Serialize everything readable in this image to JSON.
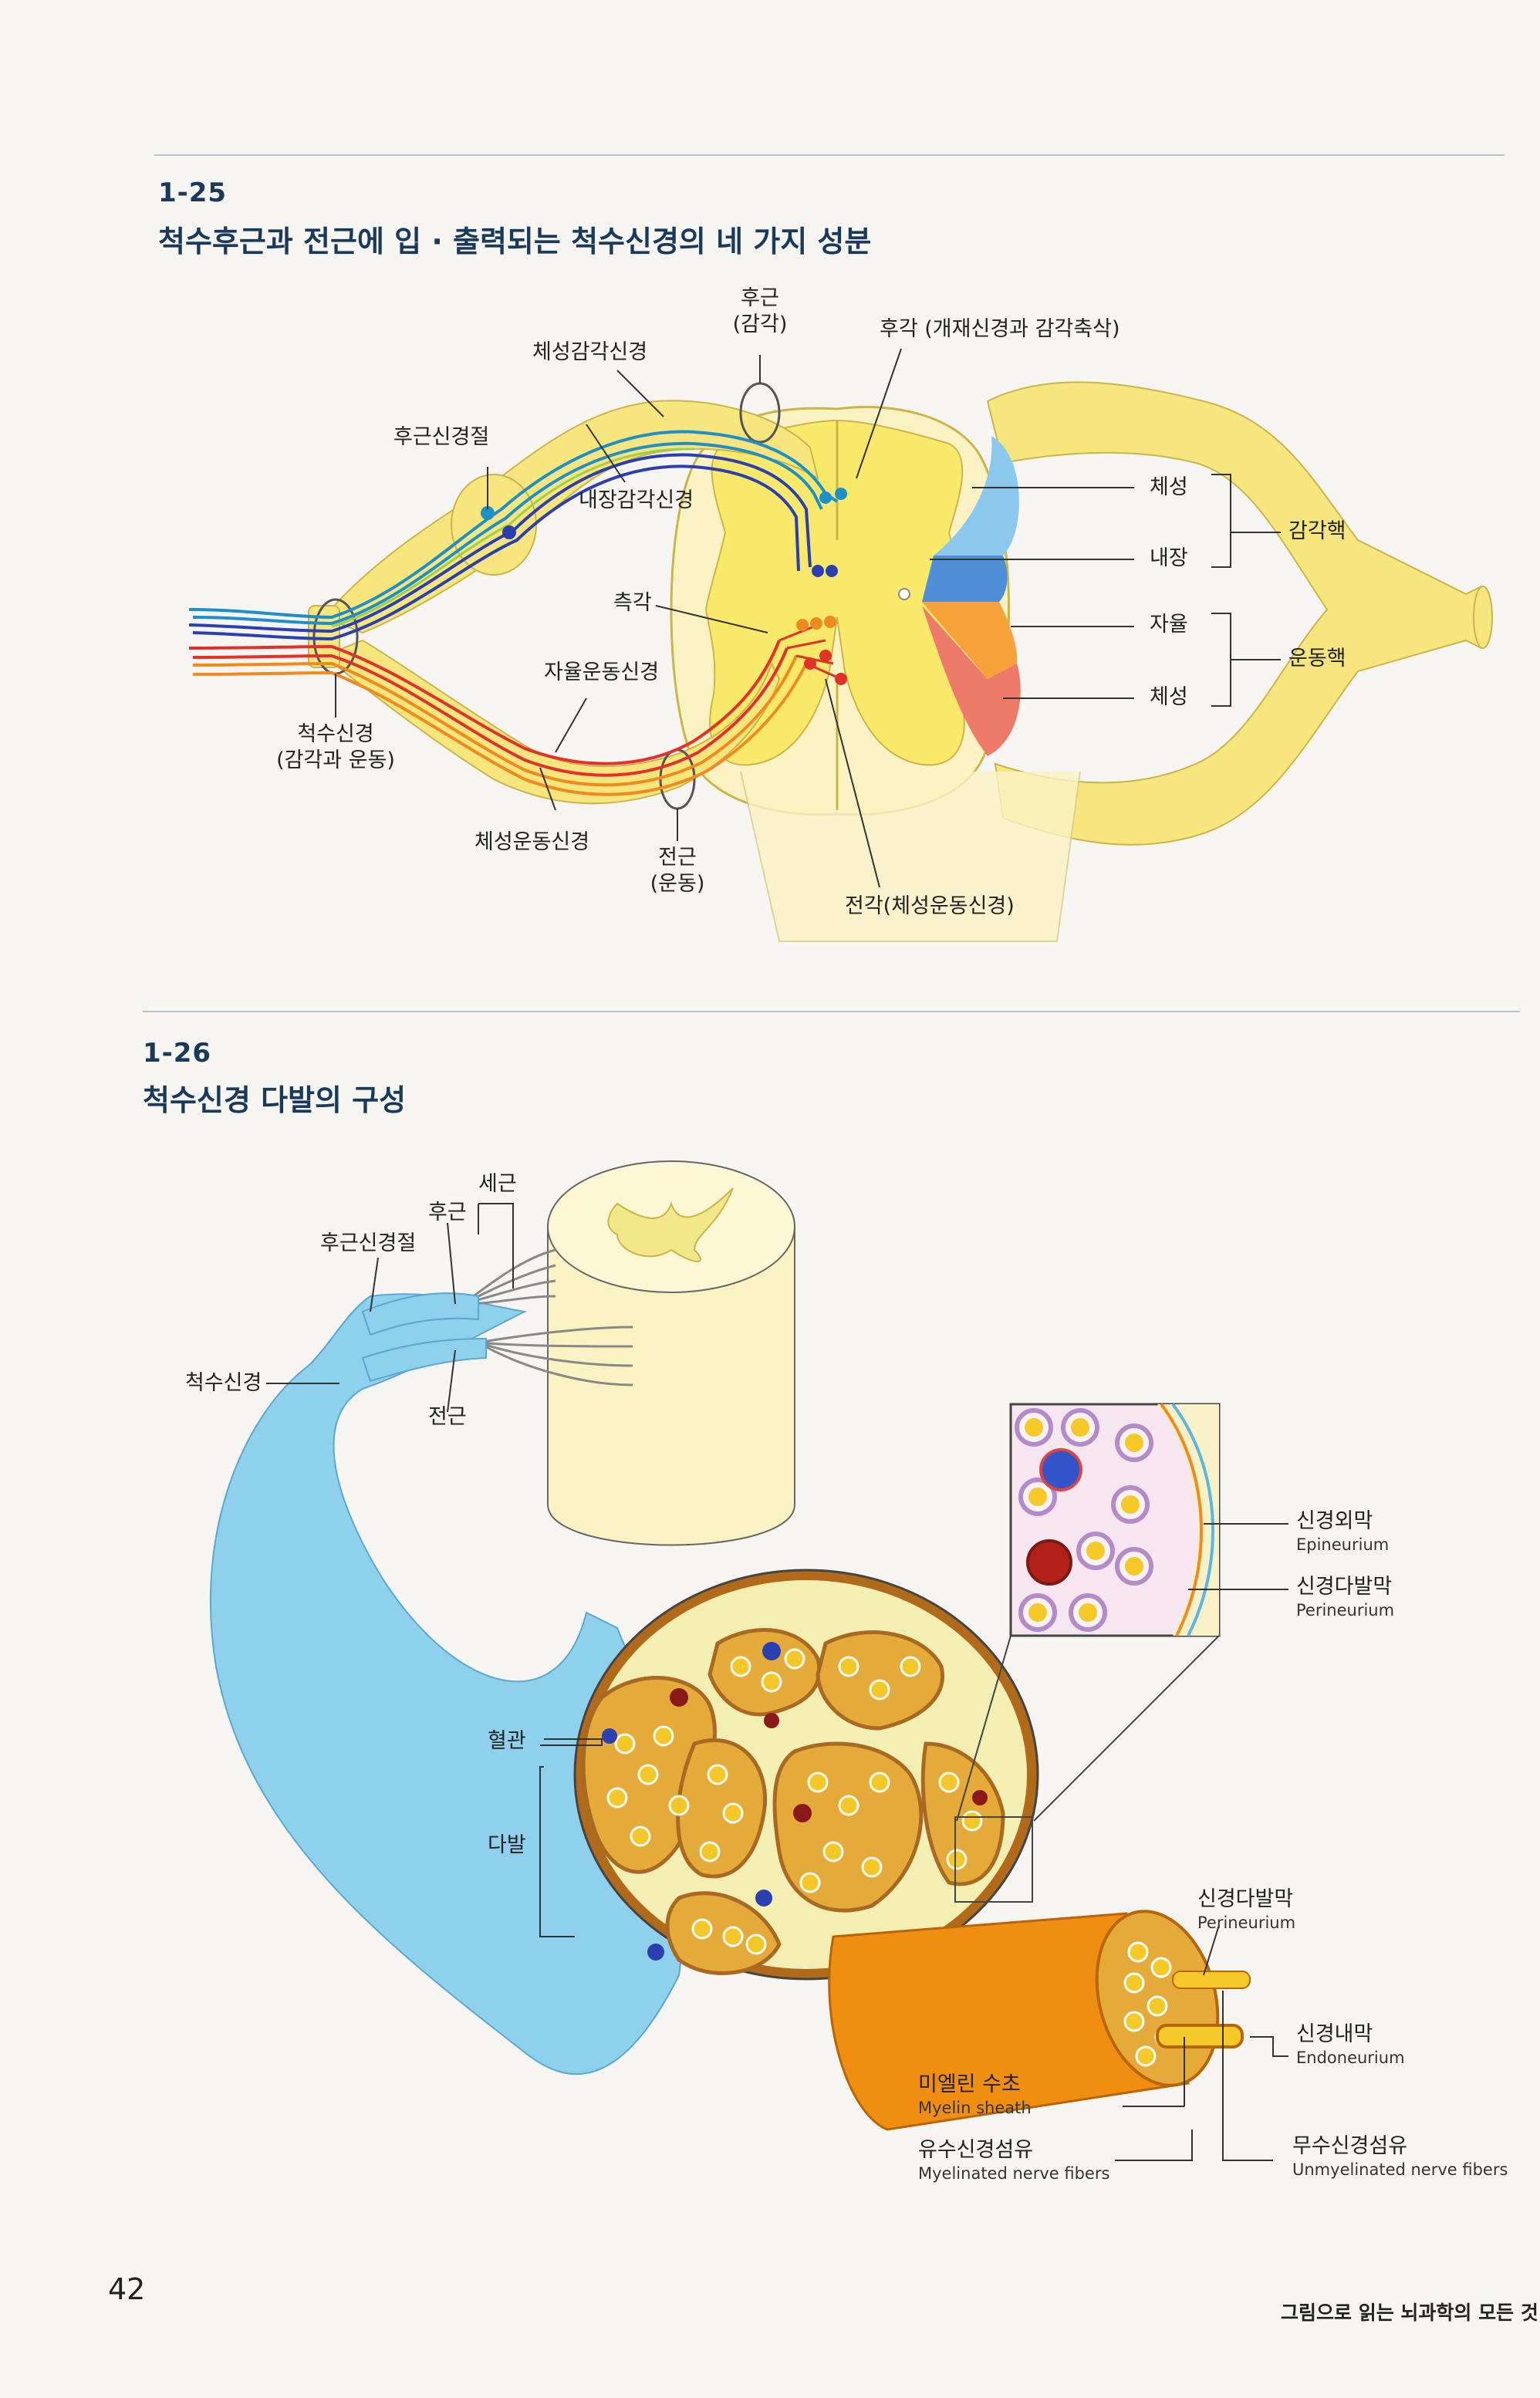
{
  "fig25": {
    "number": "1-25",
    "title": "척수후근과 전근에 입 · 출력되는 척수신경의 네 가지 성분",
    "labels": {
      "dorsal_root": "후근",
      "dorsal_root_sub": "(감각)",
      "dorsal_horn": "후각 (개재신경과 감각축삭)",
      "somatic_sensory": "체성감각신경",
      "dorsal_root_ganglion": "후근신경절",
      "visceral_sensory": "내장감각신경",
      "lateral_horn": "측각",
      "autonomic_motor": "자율운동신경",
      "spinal_nerve": "척수신경",
      "spinal_nerve_sub": "(감각과 운동)",
      "somatic_motor": "체성운동신경",
      "ventral_root": "전근",
      "ventral_root_sub": "(운동)",
      "ventral_horn": "전각(체성운동신경)",
      "nuc_somatic_1": "체성",
      "nuc_visceral": "내장",
      "nuc_autonomic": "자율",
      "nuc_somatic_2": "체성",
      "sensory_nuclei": "감각핵",
      "motor_nuclei": "운동핵"
    },
    "colors": {
      "nerve": "#f7e57e",
      "sensory_somatic": "#1f8fc8",
      "sensory_visceral": "#2a3fb0",
      "motor_somatic": "#e0322a",
      "motor_autonomic": "#f08a1e"
    }
  },
  "fig26": {
    "number": "1-26",
    "title": "척수신경 다발의 구성",
    "labels": {
      "rootlets": "세근",
      "dorsal_root": "후근",
      "dorsal_root_ganglion": "후근신경절",
      "spinal_nerve": "척수신경",
      "ventral_root": "전근",
      "vessel": "혈관",
      "fascicle": "다발",
      "epineurium": "신경외막",
      "epineurium_en": "Epineurium",
      "perineurium": "신경다발막",
      "perineurium_en": "Perineurium",
      "perineurium2": "신경다발막",
      "perineurium2_en": "Perineurium",
      "endoneurium": "신경내막",
      "endoneurium_en": "Endoneurium",
      "myelin": "미엘린 수초",
      "myelin_en": "Myelin sheath",
      "myelinated": "유수신경섬유",
      "myelinated_en": "Myelinated nerve fibers",
      "unmyelinated": "무수신경섬유",
      "unmyelinated_en": "Unmyelinated nerve fibers"
    },
    "colors": {
      "nerve": "#8fd0ec",
      "fascicle": "#d4a04a",
      "axon": "#f4c928",
      "fiber": "#f08e12"
    }
  },
  "footer": {
    "page_number": "42",
    "book_title": "그림으로 읽는 뇌과학의 모든 것"
  }
}
